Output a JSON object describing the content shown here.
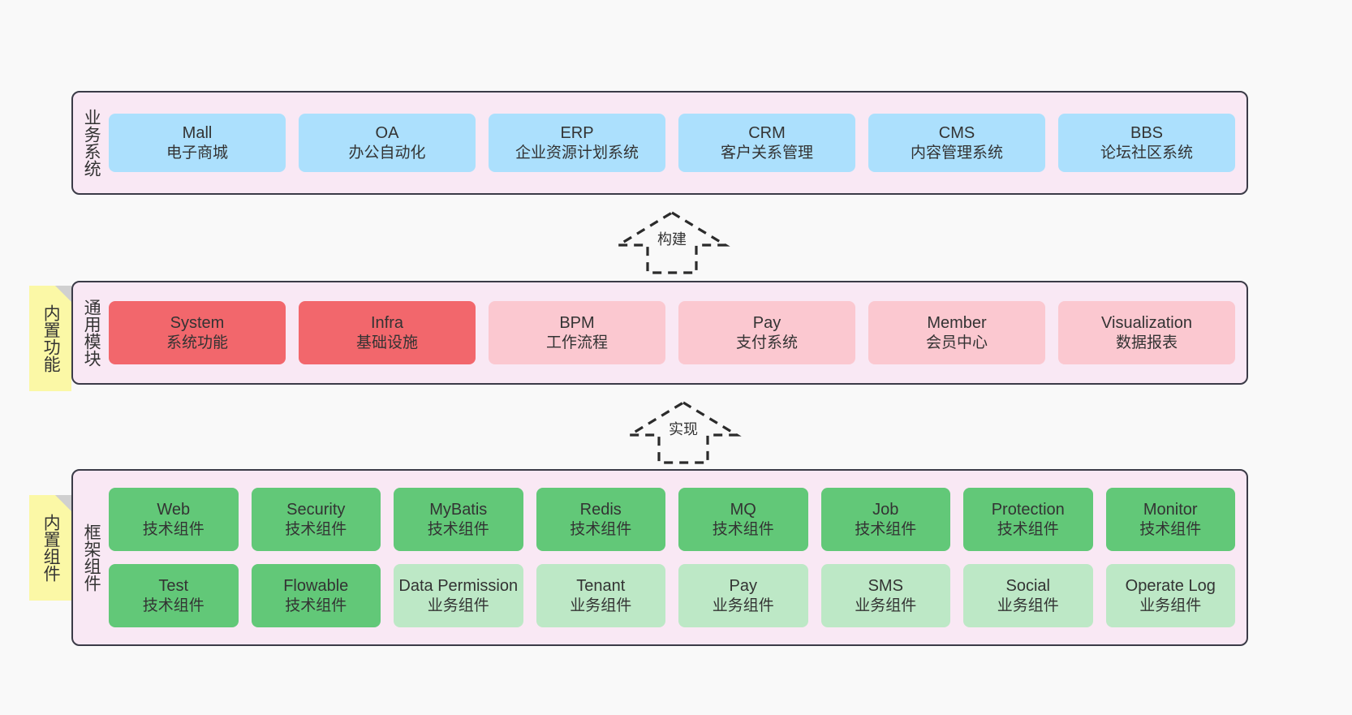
{
  "diagram": {
    "background_color": "#f9f9f9",
    "band_fill": "#f9e8f4",
    "band_border": "#3b3b47",
    "note_fill": "#fbf8a6",
    "note_fold": "#d0d0d0"
  },
  "layers": [
    {
      "id": "business-system",
      "title": "业务系统",
      "note": null,
      "rows": [
        {
          "cards": [
            {
              "title": "Mall",
              "subtitle": "电子商城",
              "color": "#ace0fd",
              "style": "c-blue"
            },
            {
              "title": "OA",
              "subtitle": "办公自动化",
              "color": "#ace0fd",
              "style": "c-blue"
            },
            {
              "title": "ERP",
              "subtitle": "企业资源计划系统",
              "color": "#ace0fd",
              "style": "c-blue"
            },
            {
              "title": "CRM",
              "subtitle": "客户关系管理",
              "color": "#ace0fd",
              "style": "c-blue"
            },
            {
              "title": "CMS",
              "subtitle": "内容管理系统",
              "color": "#ace0fd",
              "style": "c-blue"
            },
            {
              "title": "BBS",
              "subtitle": "论坛社区系统",
              "color": "#ace0fd",
              "style": "c-blue"
            }
          ]
        }
      ]
    },
    {
      "id": "common-module",
      "title": "通用模块",
      "note": "内置功能",
      "rows": [
        {
          "cards": [
            {
              "title": "System",
              "subtitle": "系统功能",
              "color": "#f2676c",
              "style": "c-red"
            },
            {
              "title": "Infra",
              "subtitle": "基础设施",
              "color": "#f2676c",
              "style": "c-red"
            },
            {
              "title": "BPM",
              "subtitle": "工作流程",
              "color": "#fbc8d0",
              "style": "c-pink"
            },
            {
              "title": "Pay",
              "subtitle": "支付系统",
              "color": "#fbc8d0",
              "style": "c-pink"
            },
            {
              "title": "Member",
              "subtitle": "会员中心",
              "color": "#fbc8d0",
              "style": "c-pink"
            },
            {
              "title": "Visualization",
              "subtitle": "数据报表",
              "color": "#fbc8d0",
              "style": "c-pink"
            }
          ]
        }
      ]
    },
    {
      "id": "framework-component",
      "title": "框架组件",
      "note": "内置组件",
      "rows": [
        {
          "cards": [
            {
              "title": "Web",
              "subtitle": "技术组件",
              "color": "#62c878",
              "style": "c-green"
            },
            {
              "title": "Security",
              "subtitle": "技术组件",
              "color": "#62c878",
              "style": "c-green"
            },
            {
              "title": "MyBatis",
              "subtitle": "技术组件",
              "color": "#62c878",
              "style": "c-green"
            },
            {
              "title": "Redis",
              "subtitle": "技术组件",
              "color": "#62c878",
              "style": "c-green"
            },
            {
              "title": "MQ",
              "subtitle": "技术组件",
              "color": "#62c878",
              "style": "c-green"
            },
            {
              "title": "Job",
              "subtitle": "技术组件",
              "color": "#62c878",
              "style": "c-green"
            },
            {
              "title": "Protection",
              "subtitle": "技术组件",
              "color": "#62c878",
              "style": "c-green"
            },
            {
              "title": "Monitor",
              "subtitle": "技术组件",
              "color": "#62c878",
              "style": "c-green"
            }
          ]
        },
        {
          "cards": [
            {
              "title": "Test",
              "subtitle": "技术组件",
              "color": "#62c878",
              "style": "c-green"
            },
            {
              "title": "Flowable",
              "subtitle": "技术组件",
              "color": "#62c878",
              "style": "c-green"
            },
            {
              "title": "Data Permission",
              "subtitle": "业务组件",
              "color": "#bde8c6",
              "style": "c-lightgreen"
            },
            {
              "title": "Tenant",
              "subtitle": "业务组件",
              "color": "#bde8c6",
              "style": "c-lightgreen"
            },
            {
              "title": "Pay",
              "subtitle": "业务组件",
              "color": "#bde8c6",
              "style": "c-lightgreen"
            },
            {
              "title": "SMS",
              "subtitle": "业务组件",
              "color": "#bde8c6",
              "style": "c-lightgreen"
            },
            {
              "title": "Social",
              "subtitle": "业务组件",
              "color": "#bde8c6",
              "style": "c-lightgreen"
            },
            {
              "title": "Operate Log",
              "subtitle": "业务组件",
              "color": "#bde8c6",
              "style": "c-lightgreen"
            }
          ]
        }
      ]
    }
  ],
  "connectors": [
    {
      "id": "build",
      "label": "构建",
      "direction": "up",
      "style": "dashed-hollow-arrow"
    },
    {
      "id": "implement",
      "label": "实现",
      "direction": "up",
      "style": "dashed-hollow-arrow"
    }
  ]
}
